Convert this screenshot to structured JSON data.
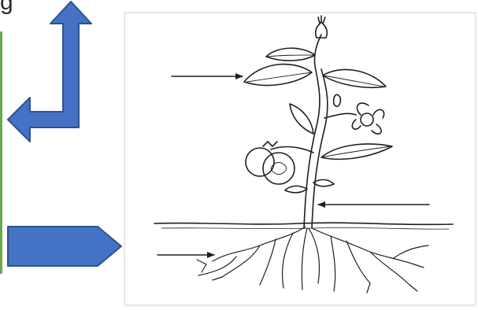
{
  "corner_text": "g",
  "colors": {
    "arrow_fill": "#4472c4",
    "arrow_stroke": "#2f528f",
    "green_rule": "#6aa84f",
    "ink": "#1f1f1f",
    "panel_border": "#cfcfcf"
  },
  "icons": {
    "l_arrow": "up-left-elbow-arrow",
    "block_arrow": "right-block-arrow"
  },
  "diagram": {
    "subject": "plant",
    "labels": [],
    "pointer_arrows": [
      "leaf-pointer",
      "stem-pointer",
      "root-pointer"
    ]
  }
}
